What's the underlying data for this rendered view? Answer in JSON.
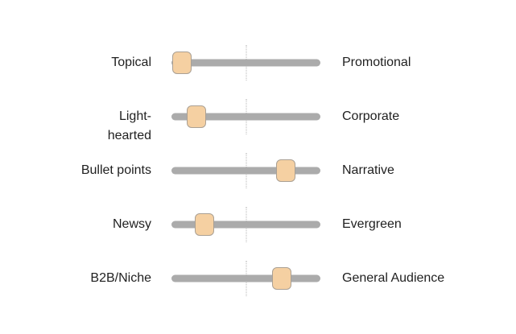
{
  "colors": {
    "thumb_fill": "#f5d0a2",
    "thumb_border": "#aaa094",
    "track": "#ababab",
    "divider": "#b5b5b5",
    "text": "#1f1f1f",
    "background": "#ffffff"
  },
  "sliders": [
    {
      "left": "Topical",
      "right": "Promotional",
      "value": 7
    },
    {
      "left": "Light-\nhearted",
      "right": "Corporate",
      "value": 16.5
    },
    {
      "left": "Bullet points",
      "right": "Narrative",
      "value": 77
    },
    {
      "left": "Newsy",
      "right": "Evergreen",
      "value": 22
    },
    {
      "left": "B2B/Niche",
      "right": "General Audience",
      "value": 74
    }
  ]
}
